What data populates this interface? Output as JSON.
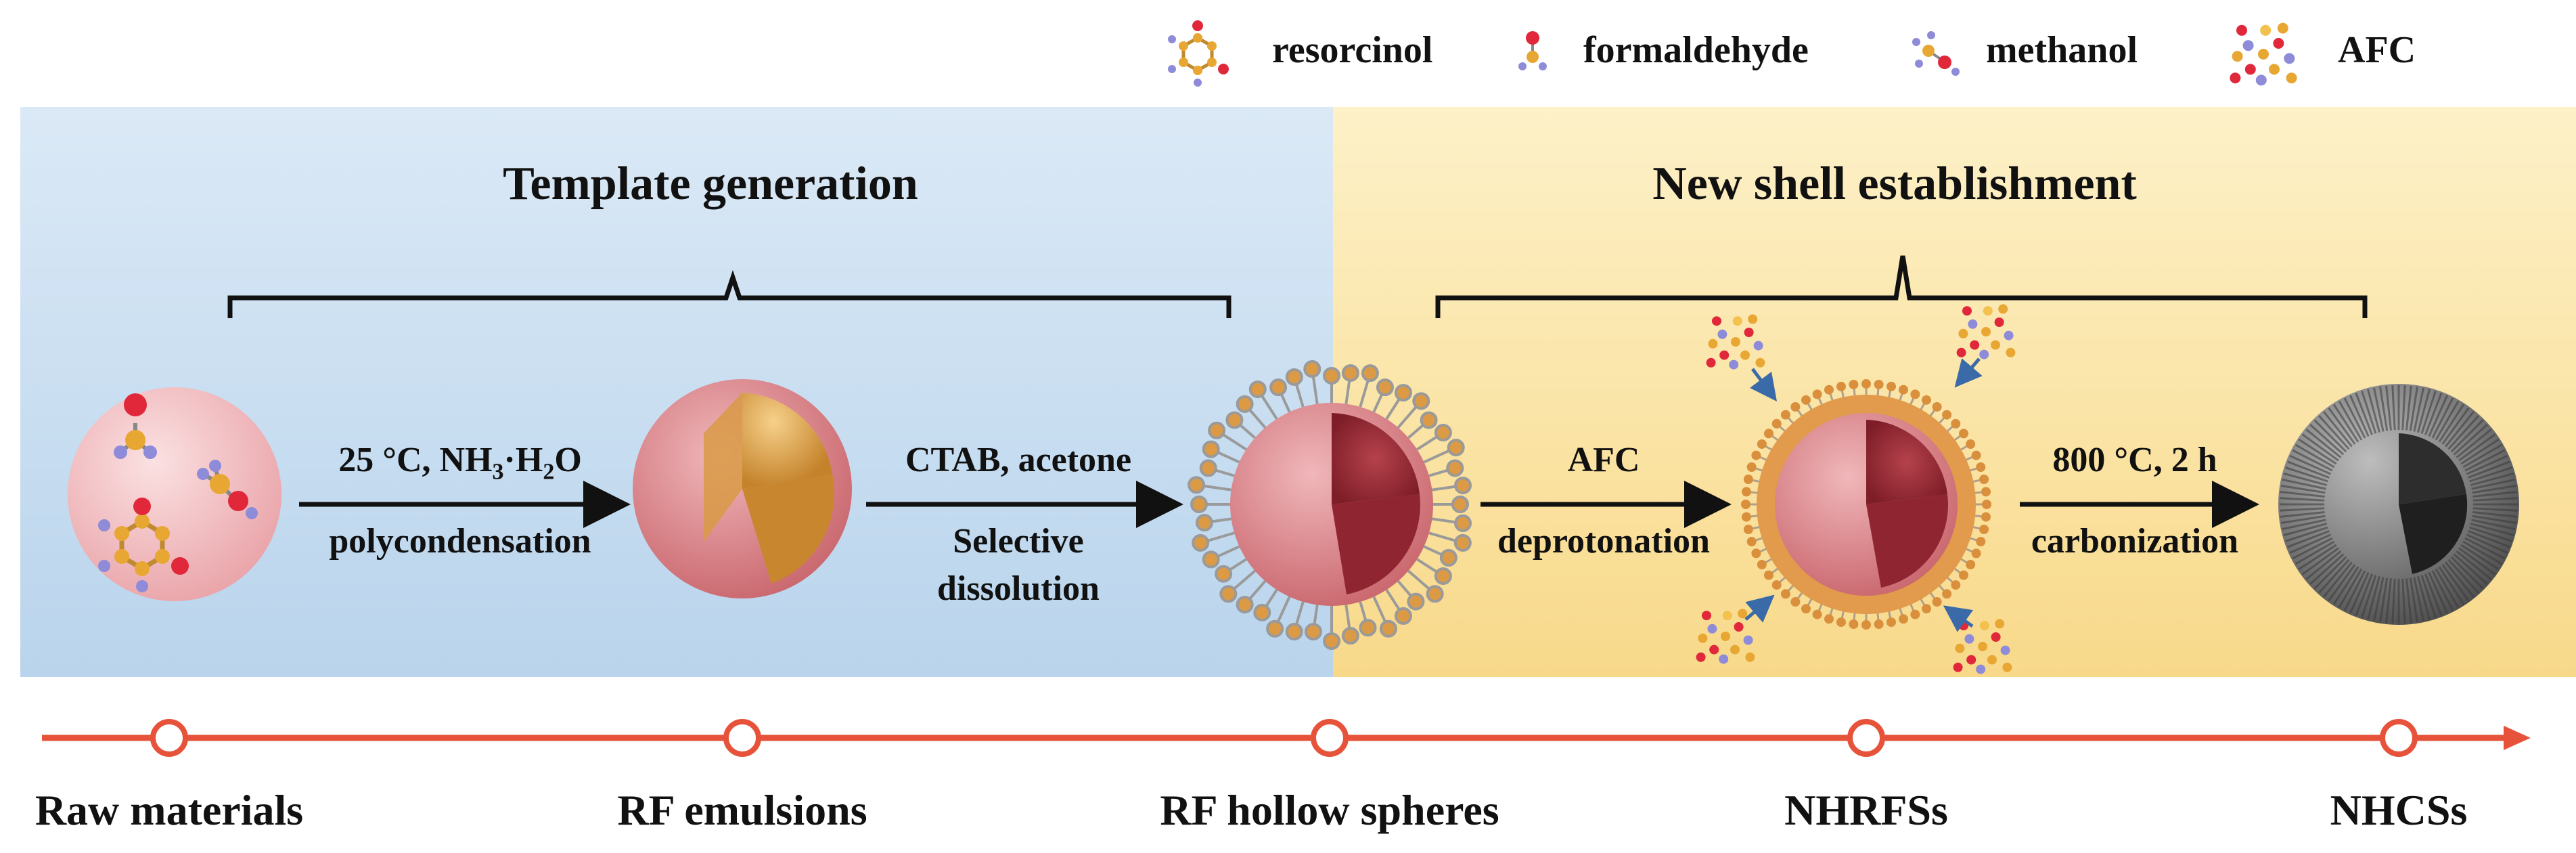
{
  "legend": {
    "items": [
      {
        "label": "resorcinol",
        "icon": "resorcinol-molecule-icon"
      },
      {
        "label": "formaldehyde",
        "icon": "formaldehyde-molecule-icon"
      },
      {
        "label": "methanol",
        "icon": "methanol-molecule-icon"
      },
      {
        "label": "AFC",
        "icon": "afc-cluster-icon"
      }
    ]
  },
  "panels": {
    "left_title": "Template generation",
    "right_title": "New shell establishment"
  },
  "steps": [
    {
      "top": "25 °C,  NH",
      "top_sub1": "3",
      "top_mid": "·H",
      "top_sub2": "2",
      "top_end": "O",
      "bottom": "polycondensation"
    },
    {
      "top": "CTAB, acetone",
      "bottom_line1": "Selective",
      "bottom_line2": "dissolution"
    },
    {
      "top": "AFC",
      "bottom": "deprotonation"
    },
    {
      "top": "800 °C, 2 h",
      "bottom": "carbonization"
    }
  ],
  "timeline": {
    "labels": [
      "Raw materials",
      "RF emulsions",
      "RF hollow spheres",
      "NHRFSs",
      "NHCSs"
    ]
  },
  "colors": {
    "left_panel": "#c5dcef",
    "right_panel": "#fbe6a6",
    "timeline": "#e6533a",
    "pink_sphere": "#e8a7ab",
    "gold_ball": "#d79a3e",
    "carbon_sphere": "#6f6f6f"
  }
}
